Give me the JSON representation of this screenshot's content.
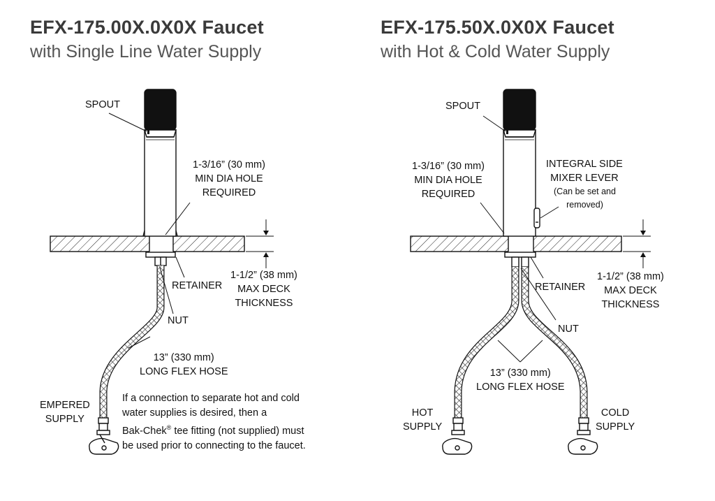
{
  "left": {
    "title": "EFX-175.00X.0X0X Faucet",
    "subtitle": "with Single Line Water Supply",
    "labels": {
      "spout": "SPOUT",
      "hole": [
        "1-3/16” (30 mm)",
        "MIN DIA HOLE",
        "REQUIRED"
      ],
      "retainer": "RETAINER",
      "deck": [
        "1-1/2” (38 mm)",
        "MAX DECK",
        "THICKNESS"
      ],
      "nut": "NUT",
      "hose": [
        "13” (330 mm)",
        "LONG FLEX HOSE"
      ],
      "supply": [
        "EMPERED",
        "SUPPLY"
      ]
    },
    "note": {
      "line1": "If a connection to separate hot and cold",
      "line2": "water supplies is desired, then a",
      "line3_pre": "Bak-Chek",
      "line3_sup": "®",
      "line3_post": " tee fitting (not supplied) must",
      "line4": "be used prior to connecting to the faucet."
    }
  },
  "right": {
    "title": "EFX-175.50X.0X0X Faucet",
    "subtitle": "with Hot & Cold Water Supply",
    "labels": {
      "spout": "SPOUT",
      "hole": [
        "1-3/16” (30 mm)",
        "MIN DIA HOLE",
        "REQUIRED"
      ],
      "lever": [
        "INTEGRAL SIDE",
        "MIXER LEVER"
      ],
      "lever_note": [
        "(Can be set and",
        "removed)"
      ],
      "retainer": "RETAINER",
      "deck": [
        "1-1/2” (38 mm)",
        "MAX DECK",
        "THICKNESS"
      ],
      "nut": "NUT",
      "hose": [
        "13” (330 mm)",
        "LONG FLEX HOSE"
      ],
      "hot": [
        "HOT",
        "SUPPLY"
      ],
      "cold": [
        "COLD",
        "SUPPLY"
      ]
    }
  }
}
